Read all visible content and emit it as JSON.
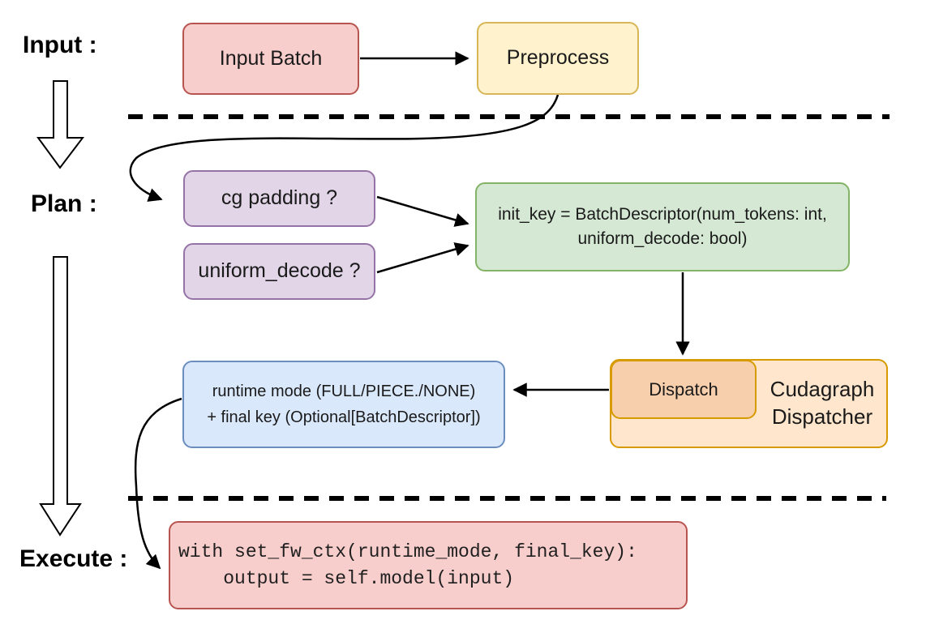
{
  "sections": {
    "input": {
      "label": "Input :"
    },
    "plan": {
      "label": "Plan :"
    },
    "execute": {
      "label": "Execute :"
    }
  },
  "nodes": {
    "input_batch": {
      "label": "Input Batch",
      "fill": "#F8CECC",
      "border": "#B85450"
    },
    "preprocess": {
      "label": "Preprocess",
      "fill": "#FFF2CC",
      "border": "#D6B656"
    },
    "cg_padding": {
      "label": "cg padding ?",
      "fill": "#E1D5E7",
      "border": "#9673A6"
    },
    "uniform_decode": {
      "label": "uniform_decode ?",
      "fill": "#E1D5E7",
      "border": "#9673A6"
    },
    "init_key": {
      "line1": "init_key = BatchDescriptor(num_tokens: int,",
      "line2": "uniform_decode: bool)",
      "fill": "#D5E8D4",
      "border": "#82B366"
    },
    "dispatch": {
      "label": "Dispatch",
      "fill": "#F8CFAD",
      "border": "#D79B00"
    },
    "cudagraph_dispatcher": {
      "line1": "Cudagraph",
      "line2": "Dispatcher",
      "fill": "#FFE6CC",
      "border": "#D79B00"
    },
    "runtime_result": {
      "line1": "runtime mode (FULL/PIECE./NONE)",
      "line2": "+ final key (Optional[BatchDescriptor])",
      "fill": "#DAE8FC",
      "border": "#6C8EBF"
    },
    "execute_code": {
      "line1": "with set_fw_ctx(runtime_mode, final_key):",
      "line2": "    output = self.model(input)",
      "fill": "#F8CECC",
      "border": "#B85450"
    }
  },
  "colors": {
    "connector": "#000000",
    "background": "#FFFFFF"
  }
}
